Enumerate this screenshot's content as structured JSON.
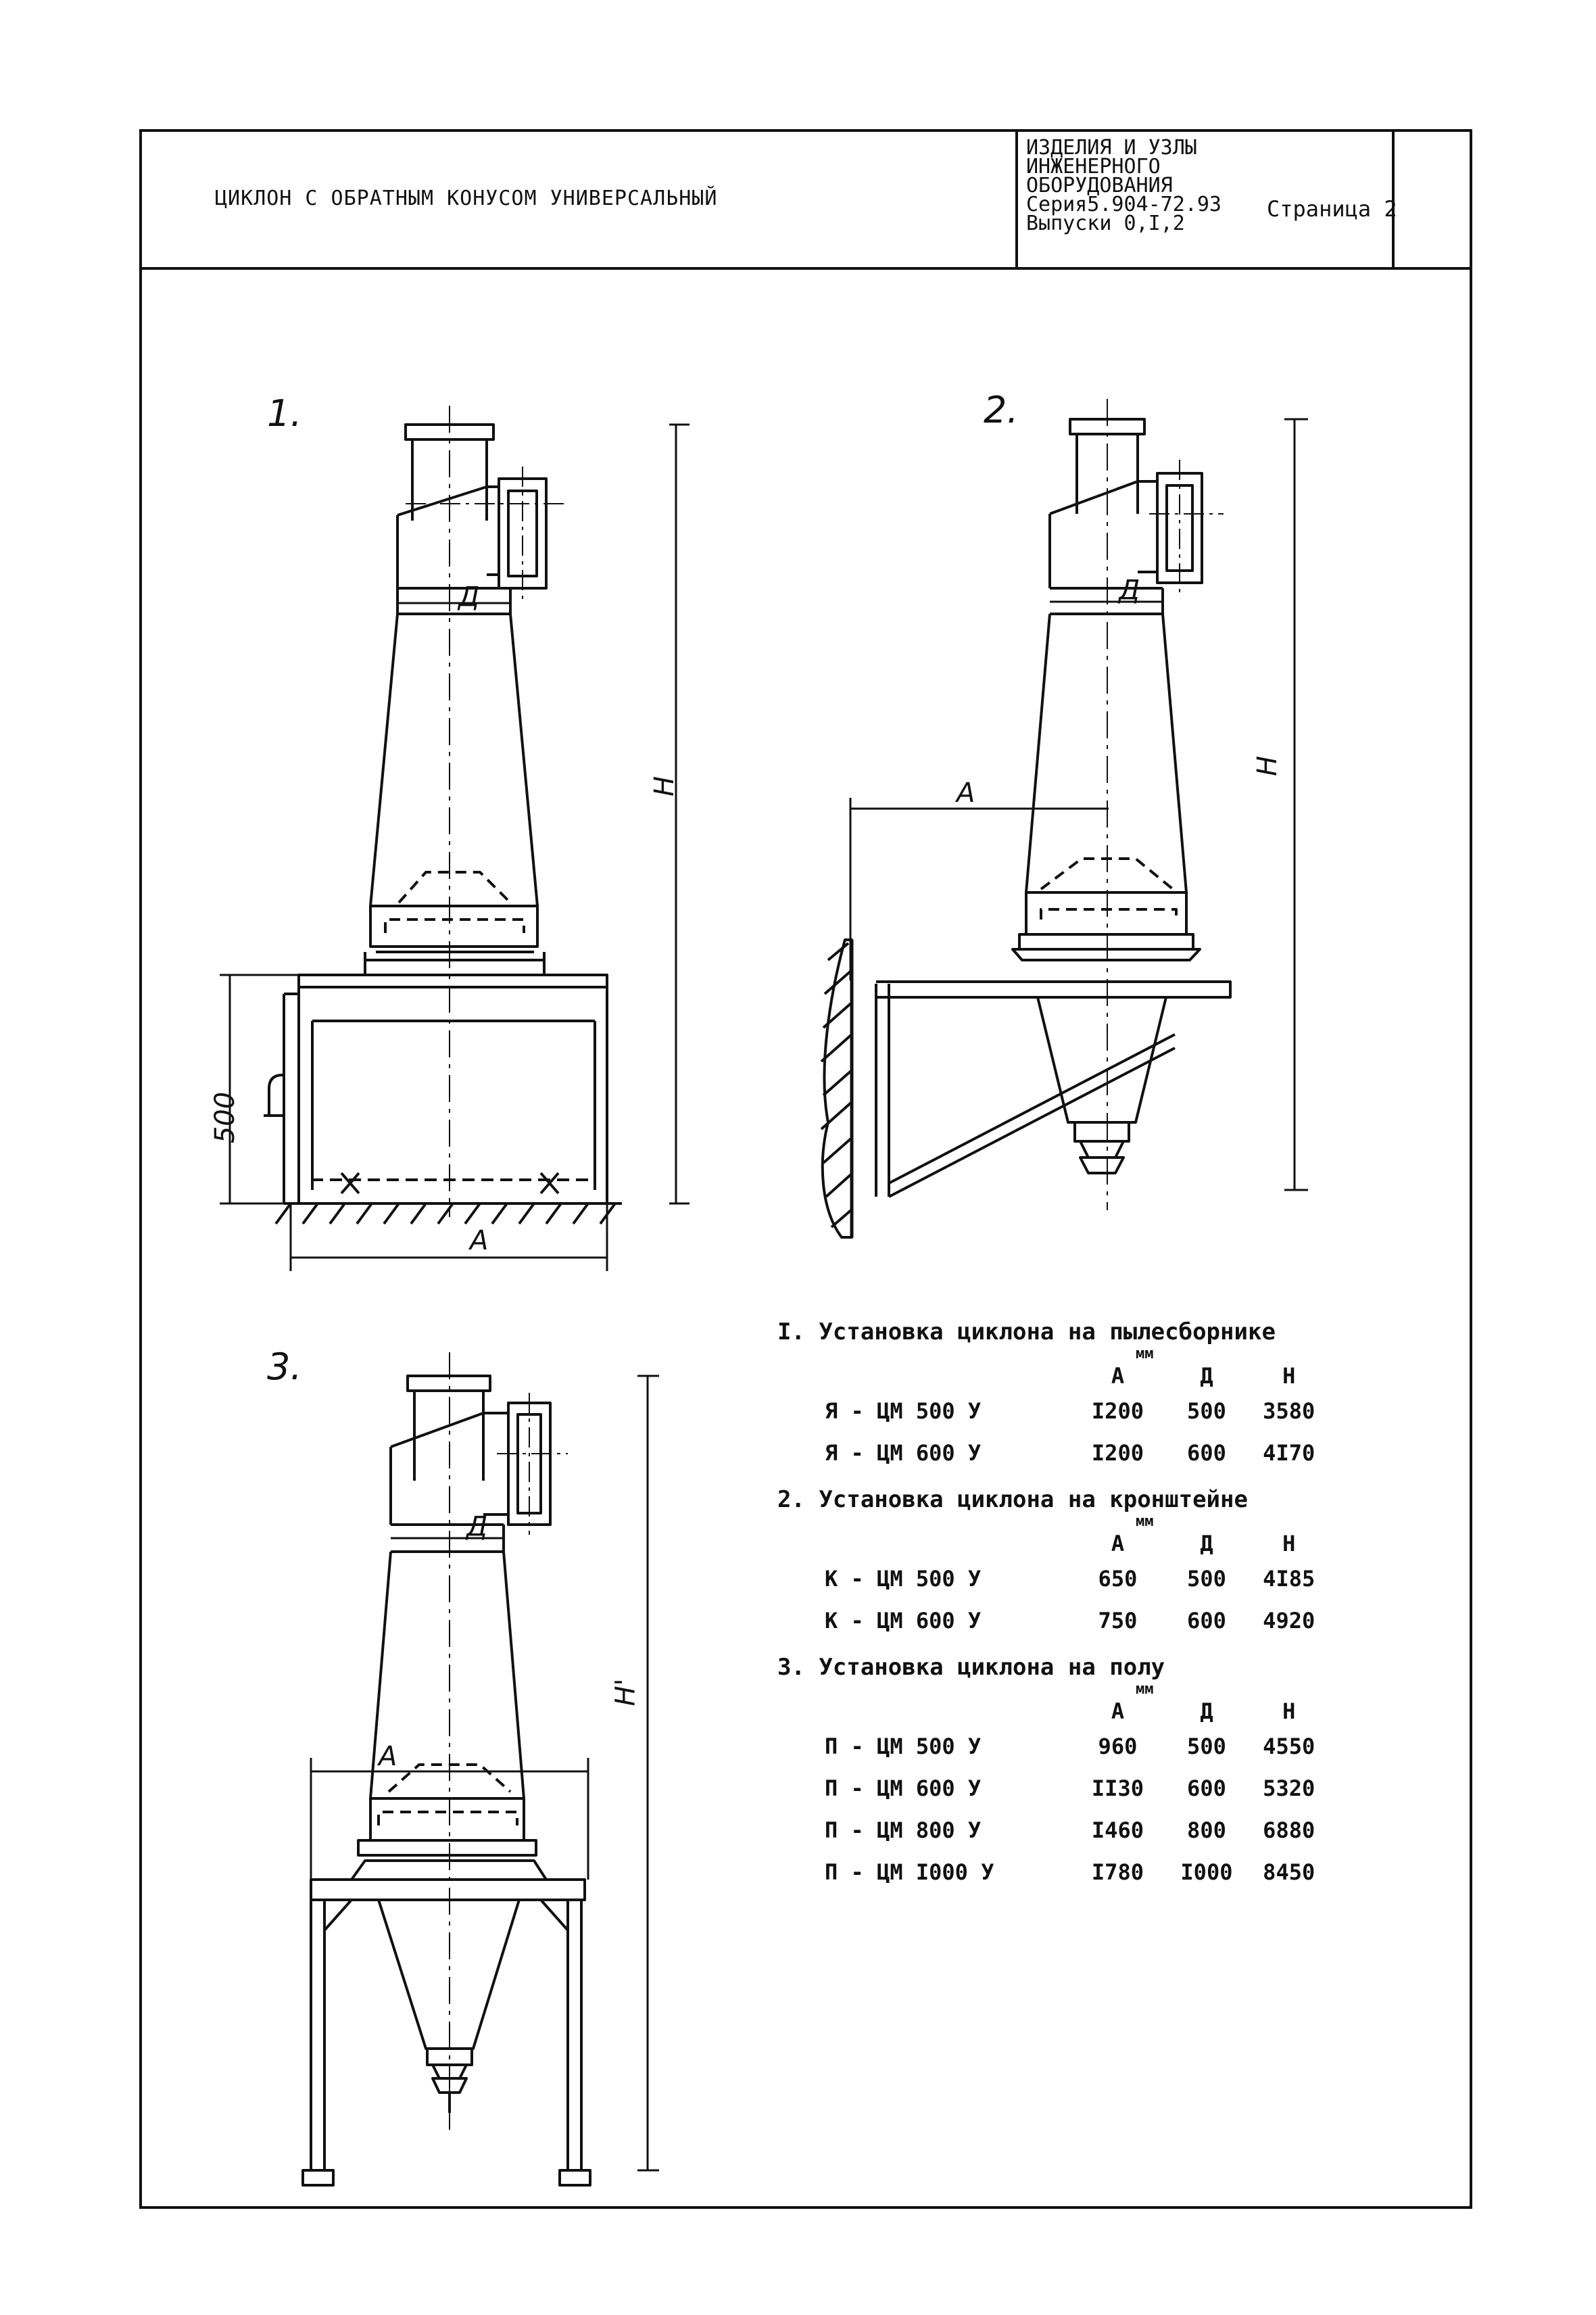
{
  "header": {
    "title": "ЦИКЛОН С ОБРАТНЫМ КОНУСОМ УНИВЕРСАЛЬНЫЙ",
    "series_lines": [
      "ИЗДЕЛИЯ И УЗЛЫ",
      "ИНЖЕНЕРНОГО",
      "ОБОРУДОВАНИЯ",
      "Серия5.904-72.93",
      "Выпуски  0,I,2"
    ],
    "page": "Страница 2"
  },
  "figures": {
    "fig1": {
      "number": "1.",
      "dim_d": "Д",
      "dim_h": "Н",
      "dim_500": "500",
      "dim_a": "А"
    },
    "fig2": {
      "number": "2.",
      "dim_d": "Д",
      "dim_h": "Н",
      "dim_a": "А"
    },
    "fig3": {
      "number": "3.",
      "dim_d": "Д",
      "dim_h": "Н'",
      "dim_a": "А"
    }
  },
  "tables": [
    {
      "title": "I. Установка циклона на пылесборнике",
      "unit": "мм",
      "columns": [
        "А",
        "Д",
        "Н"
      ],
      "rows": [
        {
          "name": "Я - ЦМ 500 У",
          "a": "I200",
          "d": "500",
          "h": "3580"
        },
        {
          "name": "Я - ЦМ 600 У",
          "a": "I200",
          "d": "600",
          "h": "4I70"
        }
      ]
    },
    {
      "title": "2. Установка циклона на кронштейне",
      "unit": "мм",
      "columns": [
        "А",
        "Д",
        "Н"
      ],
      "rows": [
        {
          "name": "К - ЦМ 500 У",
          "a": "650",
          "d": "500",
          "h": "4I85"
        },
        {
          "name": "К - ЦМ 600 У",
          "a": "750",
          "d": "600",
          "h": "4920"
        }
      ]
    },
    {
      "title": "3. Установка циклона на полу",
      "unit": "мм",
      "columns": [
        "А",
        "Д",
        "Н"
      ],
      "rows": [
        {
          "name": "П - ЦМ 500 У",
          "a": "960",
          "d": "500",
          "h": "4550"
        },
        {
          "name": "П - ЦМ 600 У",
          "a": "II30",
          "d": "600",
          "h": "5320"
        },
        {
          "name": "П - ЦМ 800 У",
          "a": "I460",
          "d": "800",
          "h": "6880"
        },
        {
          "name": "П - ЦМ I000 У",
          "a": "I780",
          "d": "I000",
          "h": "8450"
        }
      ]
    }
  ]
}
